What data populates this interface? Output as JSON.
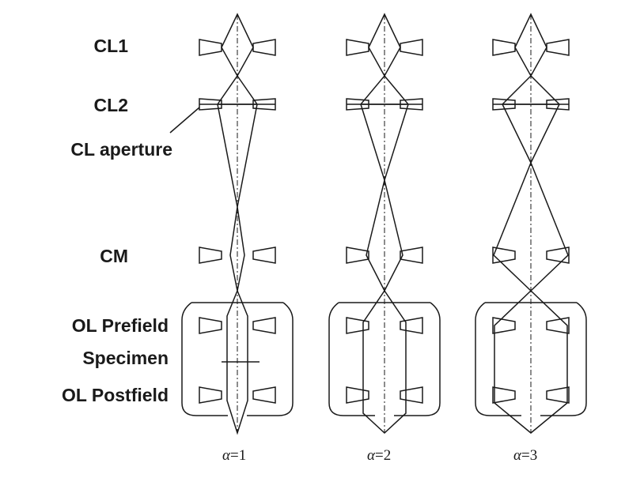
{
  "labels": {
    "cl1": "CL1",
    "cl2": "CL2",
    "cl_aperture": "CL aperture",
    "cm": "CM",
    "ol_prefield": "OL Prefield",
    "specimen": "Specimen",
    "ol_postfield": "OL Postfield"
  },
  "columns": [
    {
      "symbol": "α",
      "value": "=1"
    },
    {
      "symbol": "α",
      "value": "=2"
    },
    {
      "symbol": "α",
      "value": "=3"
    }
  ],
  "colors": {
    "stroke": "#1a1a1a",
    "background": "#ffffff"
  }
}
